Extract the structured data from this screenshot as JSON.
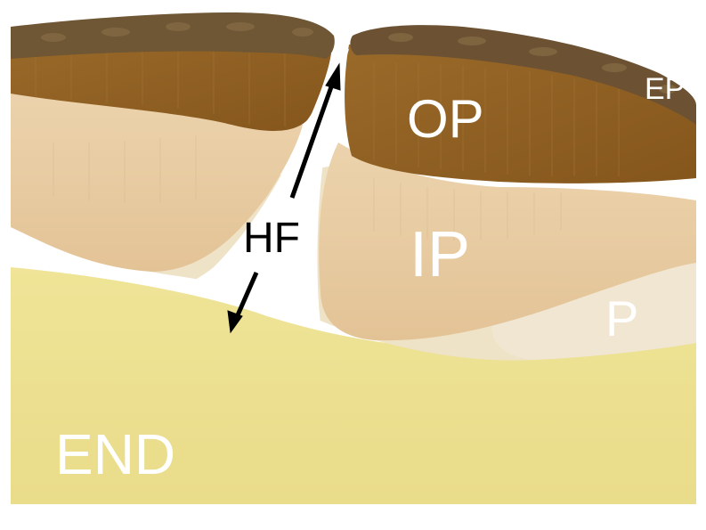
{
  "labels": {
    "op": "OP",
    "ep": "EP",
    "ip": "IP",
    "p": "P",
    "hf": "HF",
    "end": "END"
  },
  "colors": {
    "background": "#ffffff",
    "endometrium": "#ece08d",
    "placenta_pale": "#efe1c4",
    "inner_placenta": "#e6c9a0",
    "outer_placenta": "#8f5f23",
    "epithelium": "#6c5232",
    "arrow": "#000000",
    "label_light": "#ffffff",
    "label_dark": "#000000"
  }
}
